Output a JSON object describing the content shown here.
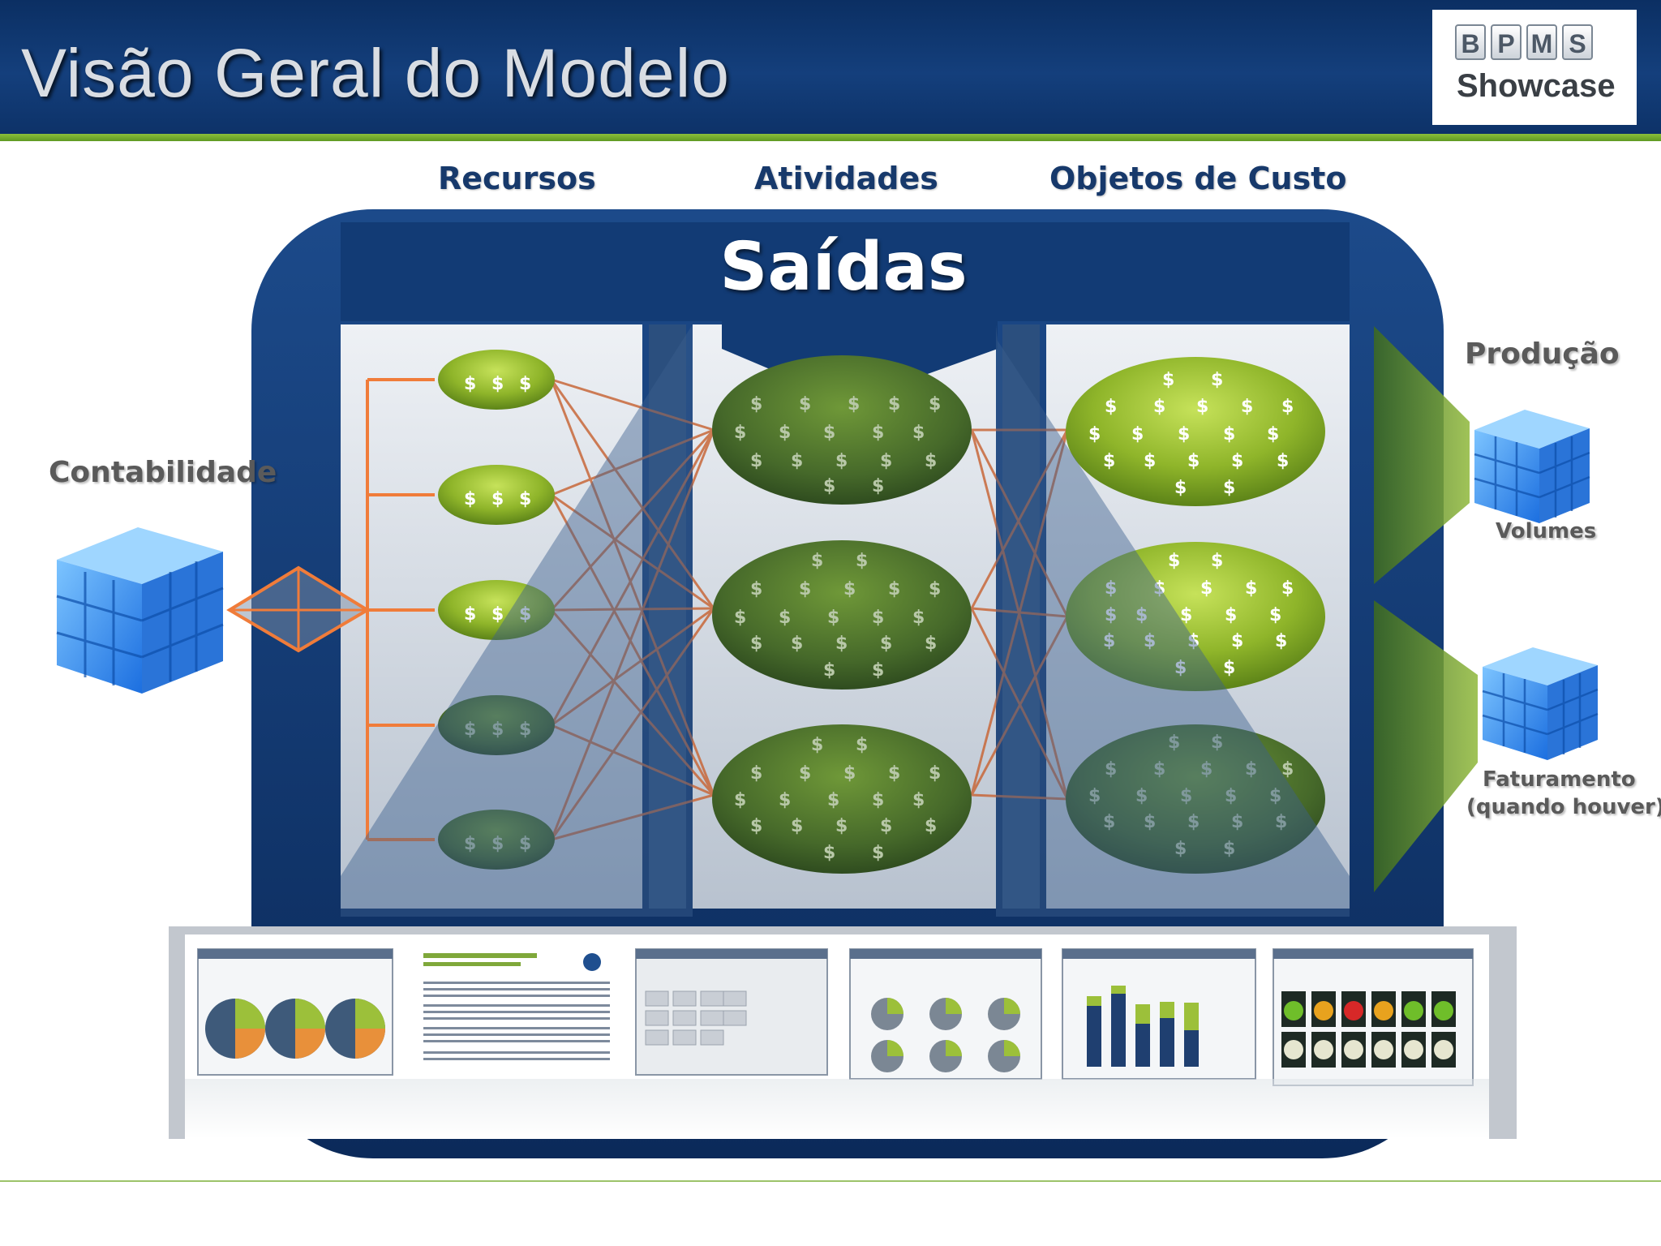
{
  "header": {
    "title": "Visão Geral do Modelo",
    "logo_letters": [
      "B",
      "P",
      "M",
      "S"
    ],
    "logo_word": "Showcase"
  },
  "columns": {
    "resources": "Recursos",
    "activities": "Atividades",
    "cost_objects": "Objetos de Custo"
  },
  "outputs_label": "Saídas",
  "side_labels": {
    "accounting": "Contabilidade",
    "production": "Produção",
    "volumes": "Volumes",
    "billing_line1": "Faturamento",
    "billing_line2": "(quando houver)"
  },
  "symbol": "$",
  "colors": {
    "navy": "#0d3268",
    "green_light": "#a6c93a",
    "green_dark": "#4f7a1e",
    "arrow_orange": "#f07c3a",
    "cube_blue": "#2f8ff0"
  },
  "thumbnails": [
    "pie-charts-report",
    "results-statement-table",
    "grid-panel",
    "gauge-dashboard",
    "stacked-bar-chart",
    "indicator-dashboard"
  ]
}
